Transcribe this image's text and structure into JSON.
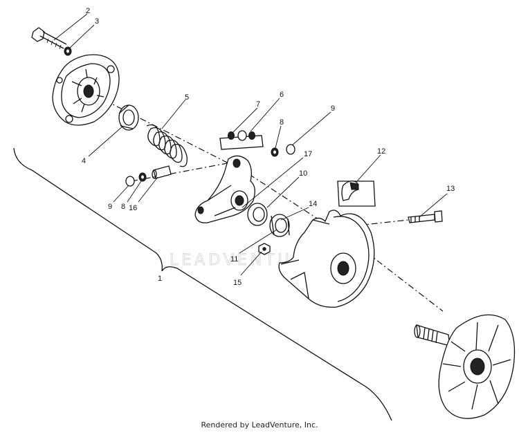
{
  "diagram": {
    "watermark": "LEADVENTURE",
    "footer": "Rendered by LeadVenture, Inc.",
    "callouts": {
      "c1": "1",
      "c2": "2",
      "c3": "3",
      "c4": "4",
      "c5": "5",
      "c6": "6",
      "c7": "7",
      "c8a": "8",
      "c8b": "8",
      "c9a": "9",
      "c9b": "9",
      "c10": "10",
      "c11": "11",
      "c12": "12",
      "c13": "13",
      "c14": "14",
      "c15": "15",
      "c16": "16",
      "c17": "17"
    }
  }
}
